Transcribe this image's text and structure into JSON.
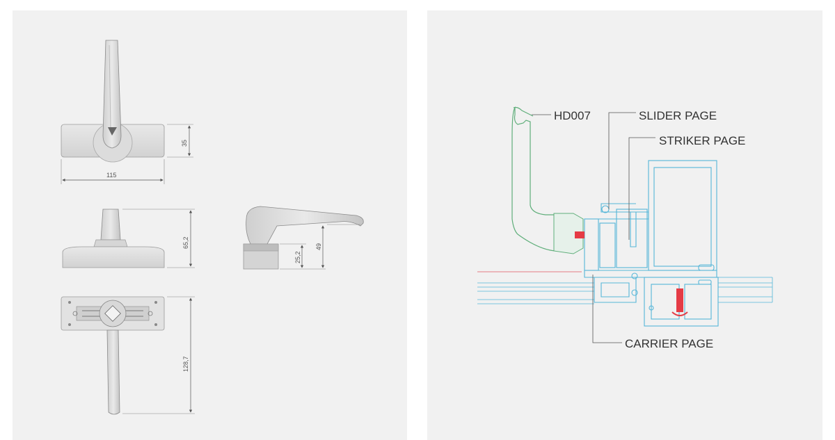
{
  "handle_drawing": {
    "dimensions": {
      "width": "115",
      "height_top": "35",
      "height_side": "65,2",
      "height_side_a": "25,2",
      "height_side_b": "49",
      "length_bottom": "128,7"
    }
  },
  "section_drawing": {
    "labels": {
      "handle": "HD007",
      "slider": "SLIDER PAGE",
      "striker": "STRIKER PAGE",
      "carrier": "CARRIER PAGE"
    },
    "colors": {
      "handle_outline": "#5fae7a",
      "profile_outline": "#55b6d8",
      "screw": "#e53b45",
      "reference_line": "#e0555d",
      "leader_line": "#555555"
    }
  }
}
